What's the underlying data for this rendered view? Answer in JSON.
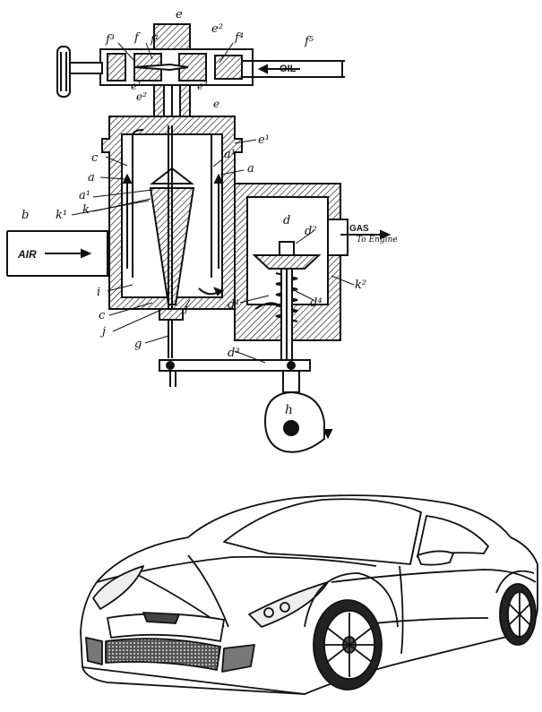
{
  "patent_figure": {
    "flow_labels": {
      "oil": "OIL",
      "air": "AIR",
      "gas": "GAS",
      "to_engine": "To Engine"
    },
    "reference_letters": {
      "e_top": "e",
      "e2_top": "e²",
      "f3": "f³",
      "fa": "f",
      "f1": "f¹",
      "f4": "f⁴",
      "f5": "f⁵",
      "e1": "e¹",
      "e2": "e²",
      "e3": "e³",
      "e_right": "e",
      "c_left": "c",
      "a_left": "a",
      "a1_left": "a¹",
      "k_left": "k",
      "b": "b",
      "k1": "k¹",
      "a1_right": "a¹",
      "a_right": "a",
      "e1_right": "e¹",
      "d": "d",
      "d2": "d²",
      "k2": "k²",
      "i": "i",
      "c_low": "c",
      "j_low": "j",
      "j_mid": "j",
      "d1": "d¹",
      "d4": "d⁴",
      "g": "g",
      "d3": "d³",
      "h": "h"
    }
  },
  "car_illustration": {
    "subject": "sports car line drawing"
  }
}
